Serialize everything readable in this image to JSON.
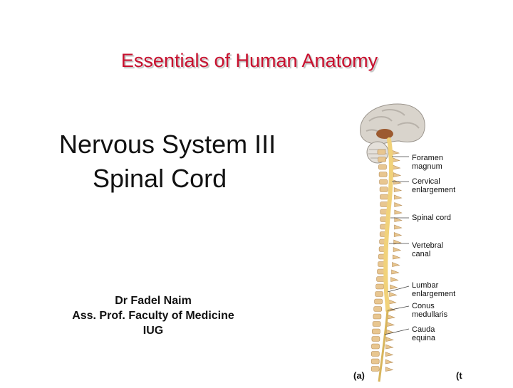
{
  "slide": {
    "title": "Essentials of Human Anatomy",
    "subtitle_line1": "Nervous System III",
    "subtitle_line2": "Spinal Cord",
    "author_name": "Dr Fadel Naim",
    "author_position": "Ass. Prof. Faculty of Medicine",
    "author_institution": "IUG"
  },
  "figure": {
    "labels": {
      "foramen_magnum": [
        "Foramen",
        "magnum"
      ],
      "cervical_enlargement": [
        "Cervical",
        "enlargement"
      ],
      "spinal_cord": "Spinal cord",
      "vertebral_canal": [
        "Vertebral",
        "canal"
      ],
      "lumbar_enlargement": [
        "Lumbar",
        "enlargement"
      ],
      "conus_medullaris": [
        "Conus",
        "medullaris"
      ],
      "cauda_equina": [
        "Cauda",
        "equina"
      ]
    },
    "panel_a": "(a)",
    "panel_b": "(t"
  },
  "colors": {
    "title": "#c8102e",
    "bone": "#e8c690",
    "cord": "#f1d27a",
    "brain": "#d9d4cc"
  }
}
